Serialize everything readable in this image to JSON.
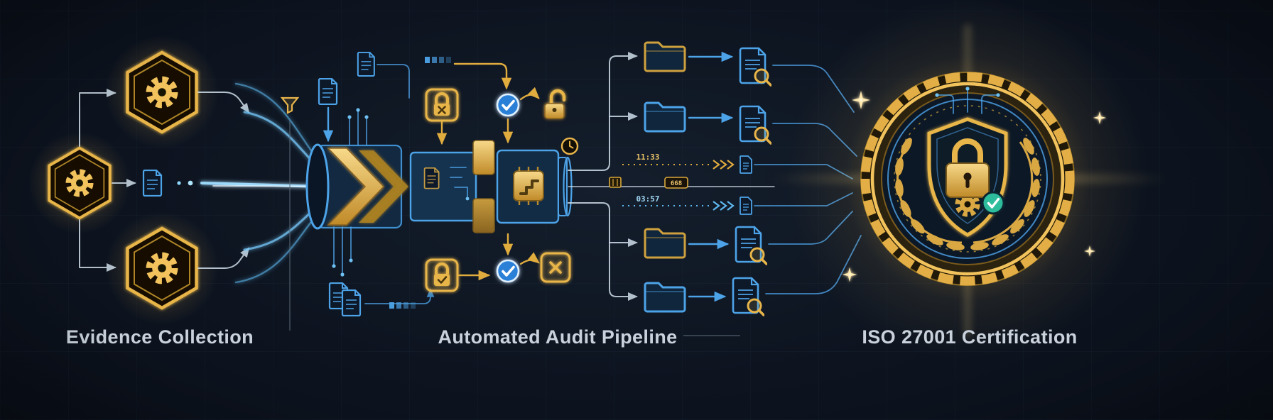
{
  "colors": {
    "background": "#0d1420",
    "gold": "#e8b54a",
    "gold_bright": "#f7d98a",
    "blue": "#4da3e8",
    "cyan": "#7fcdff",
    "teal_check": "#2ebd9c",
    "text": "#c9d2dc"
  },
  "sections": {
    "evidence": {
      "label": "Evidence Collection"
    },
    "pipeline": {
      "label": "Automated Audit Pipeline",
      "timestamp_top": "11:33",
      "timestamp_bottom": "03:57",
      "counter": "668"
    },
    "certification": {
      "label": "ISO 27001 Certification"
    }
  },
  "icons": {
    "gear-icon": "cog",
    "hexagon-node-icon": "hexagon frame",
    "document-icon": "document",
    "document-search-icon": "document with magnifier",
    "folder-icon": "folder",
    "lock-icon": "padlock",
    "unlock-icon": "open padlock",
    "check-circle-icon": "✓",
    "cross-badge-icon": "✕",
    "clock-icon": "clock",
    "funnel-icon": "funnel",
    "chip-icon": "processor chip",
    "shield-icon": "shield with lock",
    "laurel-icon": "laurel wreath",
    "sparkle-icon": "✦",
    "chevron-flow-icon": "»»"
  }
}
